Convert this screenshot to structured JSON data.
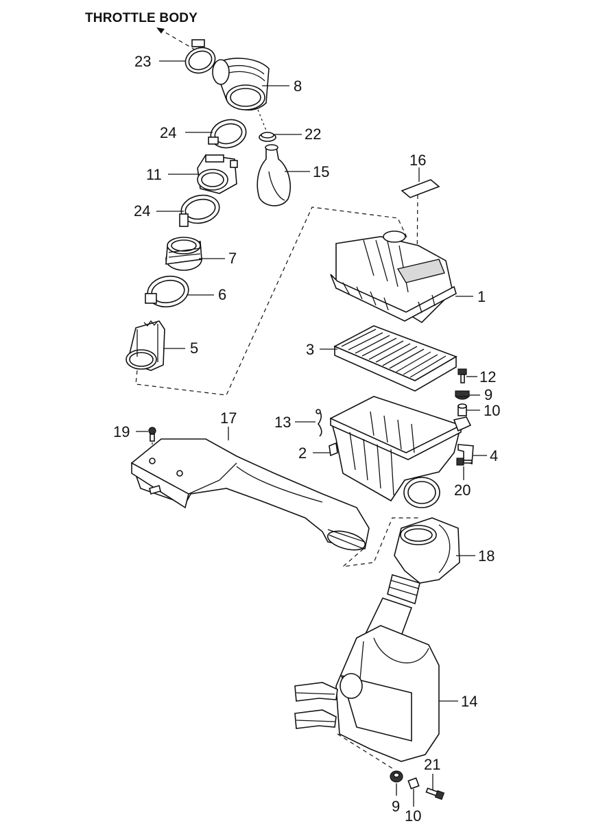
{
  "title": "THROTTLE BODY",
  "callouts": [
    {
      "id": "c23",
      "text": "23"
    },
    {
      "id": "c8",
      "text": "8"
    },
    {
      "id": "c24a",
      "text": "24"
    },
    {
      "id": "c22",
      "text": "22"
    },
    {
      "id": "c15",
      "text": "15"
    },
    {
      "id": "c11",
      "text": "11"
    },
    {
      "id": "c16",
      "text": "16"
    },
    {
      "id": "c24b",
      "text": "24"
    },
    {
      "id": "c7",
      "text": "7"
    },
    {
      "id": "c6",
      "text": "6"
    },
    {
      "id": "c1",
      "text": "1"
    },
    {
      "id": "c5",
      "text": "5"
    },
    {
      "id": "c3",
      "text": "3"
    },
    {
      "id": "c12",
      "text": "12"
    },
    {
      "id": "c9a",
      "text": "9"
    },
    {
      "id": "c10a",
      "text": "10"
    },
    {
      "id": "c17",
      "text": "17"
    },
    {
      "id": "c13",
      "text": "13"
    },
    {
      "id": "c19",
      "text": "19"
    },
    {
      "id": "c2",
      "text": "2"
    },
    {
      "id": "c4",
      "text": "4"
    },
    {
      "id": "c20",
      "text": "20"
    },
    {
      "id": "c18",
      "text": "18"
    },
    {
      "id": "c14",
      "text": "14"
    },
    {
      "id": "c21",
      "text": "21"
    },
    {
      "id": "c9b",
      "text": "9"
    },
    {
      "id": "c10b",
      "text": "10"
    }
  ]
}
